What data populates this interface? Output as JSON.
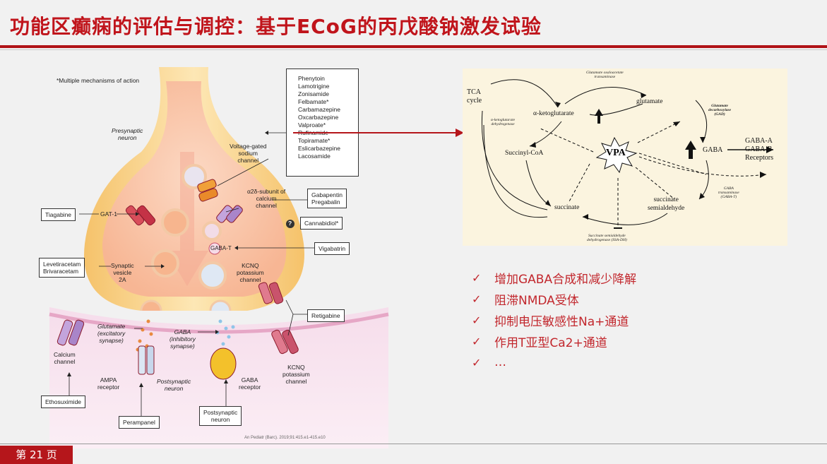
{
  "title": "功能区癫痫的评估与调控：基于ECoG的丙戊酸钠激发试验",
  "page_label": "第 21 页",
  "colors": {
    "accent": "#b5161b",
    "bullet": "#c2272d"
  },
  "figure": {
    "footnote": "*Multiple mechanisms of action",
    "presynaptic": "Presynaptic\nneuron",
    "drug_list": [
      "Phenytoin",
      "Lamotrigine",
      "Zonisamide",
      "Felbamate*",
      "Carbamazepine",
      "Oxcarbazepine",
      "Valproate*",
      "Rufinamide",
      "Topiramate*",
      "Eslicarbazepine",
      "Lacosamide"
    ],
    "vg_sodium": "Voltage-gated\nsodium\nchannel",
    "a2d": "α2δ-subunit of\ncalcium\nchannel",
    "gabapentin": "Gabapentin\nPregabalin",
    "cannabidiol": "Cannabidiol*",
    "question": "?",
    "tiagabine": "Tiagabine",
    "gat1": "GAT-1",
    "gabat": "GABA-T",
    "vigabatrin": "Vigabatrin",
    "levetiracetam": "Levetiracetam\nBrivaracetam",
    "sv2a": "Synaptic\nvesicle\n2A",
    "kcnq_pre": "KCNQ\npotassium\nchannel",
    "retigabine": "Retigabine",
    "glutamate": "Glutamate\n(excitatory\nsynapse)",
    "gaba": "GABA\n(inhibitory\nsynapse)",
    "calcium": "Calcium\nchannel",
    "ethosuximide": "Ethosuximide",
    "ampa": "AMPA\nreceptor",
    "postsyn": "Postsynaptic\nneuron",
    "gabar": "GABA\nreceptor",
    "kcnq_post": "KCNQ\npotassium\nchannel",
    "perampanel": "Perampanel",
    "postsyn_box": "Postsynaptic\nneuron",
    "citation": "An Pediatr (Barc). 2019;91:415.e1-415.e10"
  },
  "diagram": {
    "tca": "TCA\ncycle",
    "akg": "α-ketoglutarate",
    "glutamate": "glutamate",
    "succinyl": "Succinyl-CoA",
    "vpa": "VPA",
    "gaba": "GABA",
    "receptors": "GABA-A\nGABA-B\nReceptors",
    "succinate": "succinate",
    "ssa": "succinate\nsemialdehyde",
    "got": "Glutamate oxaloacetate\ntransaminase",
    "akgd": "α-ketoglutarate\ndehydrogenase",
    "gad": "Glutamate\ndecarboxylase\n(GAD)",
    "gabat": "GABA\ntransaminase\n(GABA-T)",
    "ssadh": "Succinate semialdehyde\ndehydrogenase (SSA-DH)"
  },
  "bullets": [
    {
      "check": "✓",
      "text": "增加GABA合成和减少降解"
    },
    {
      "check": "✓",
      "text": "阻滞NMDA受体"
    },
    {
      "check": "✓",
      "text": "抑制电压敏感性Na+通道"
    },
    {
      "check": "✓",
      "text": "作用T亚型Ca2+通道"
    },
    {
      "check": "✓",
      "text": "…"
    }
  ]
}
